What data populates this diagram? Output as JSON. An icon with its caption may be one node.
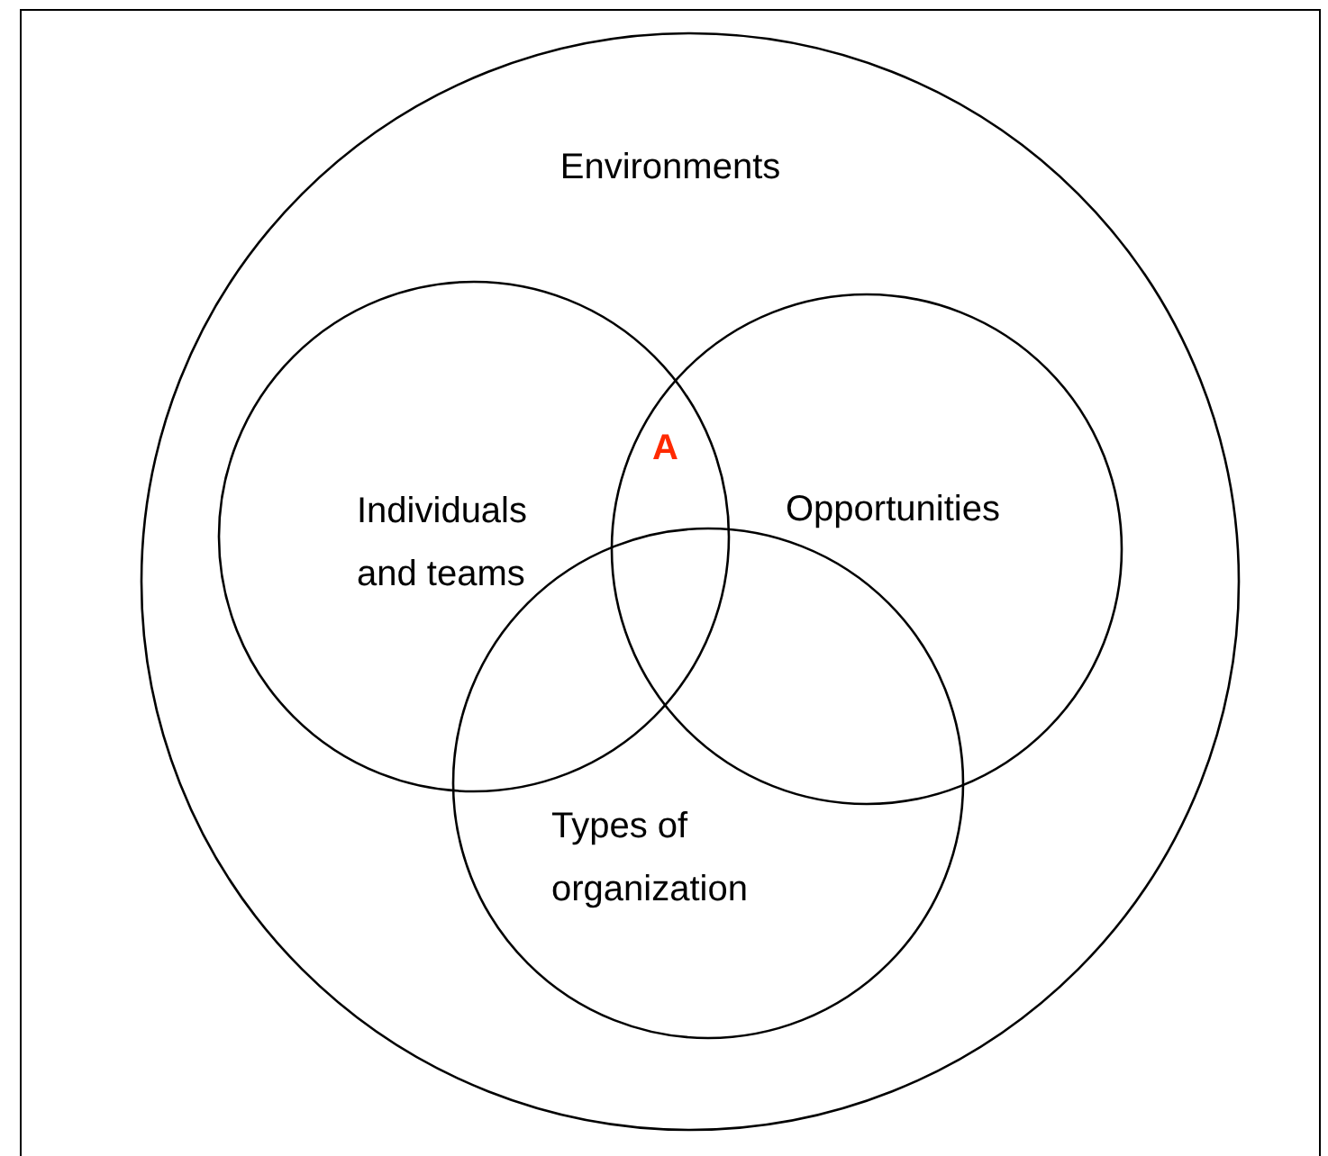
{
  "diagram": {
    "nodes": [
      {
        "text": [
          "Environments"
        ]
      },
      {
        "text": [
          "Individuals and teams"
        ],
        "in": 0
      },
      {
        "text": [
          "Opportunities"
        ],
        "in": 0
      },
      {
        "text": [
          "Types of organization"
        ],
        "in": 0
      }
    ],
    "labels": [
      "A"
    ]
  }
}
